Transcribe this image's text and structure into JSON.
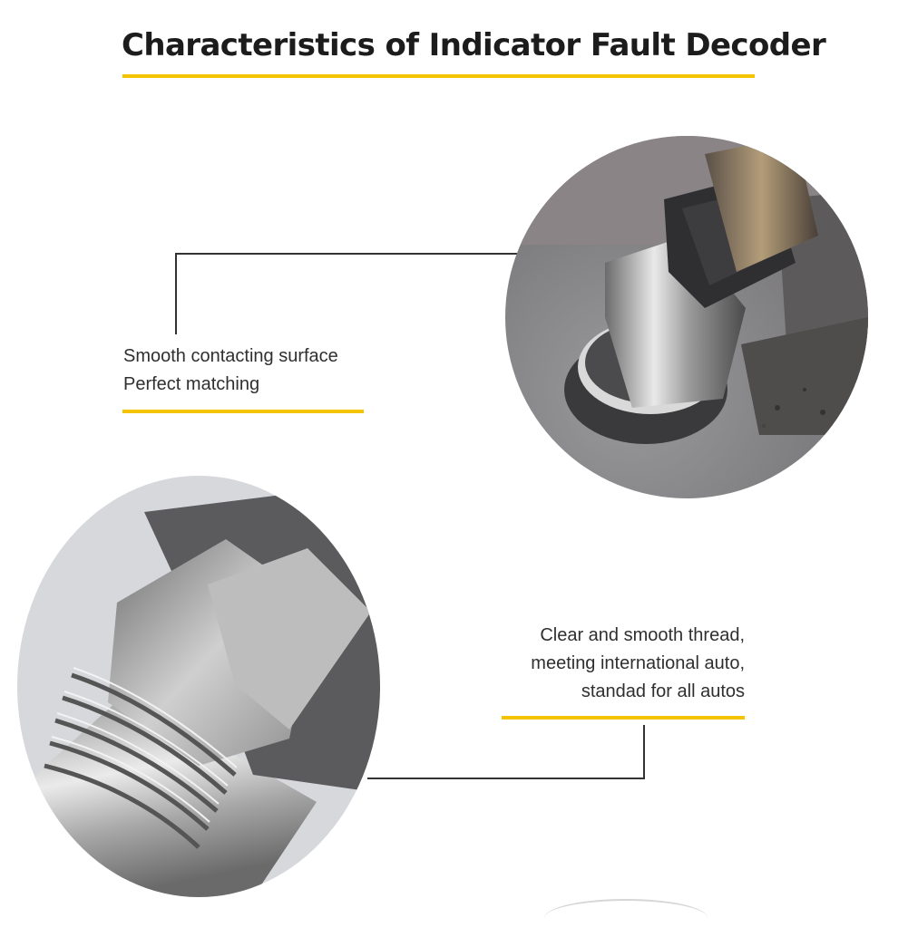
{
  "header": {
    "title": "Characteristics of Indicator Fault Decoder"
  },
  "feature_top": {
    "lines": [
      "Smooth contacting surface",
      "Perfect matching"
    ]
  },
  "feature_bottom": {
    "lines": [
      "Clear and smooth thread,",
      "meeting international auto,",
      "standad for all autos"
    ]
  },
  "colors": {
    "accent": "#f5c400",
    "leader_line": "#333333"
  },
  "images": {
    "top": "installed-decoder-photo",
    "bottom": "threaded-decoder-closeup-photo"
  }
}
